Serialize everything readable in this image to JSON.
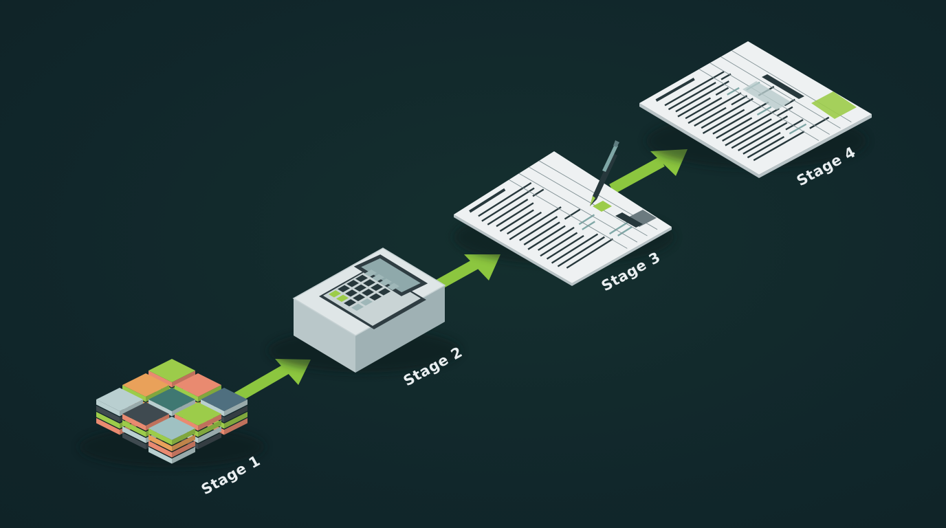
{
  "stages": [
    {
      "id": 1,
      "label": "Stage 1",
      "icon": "stacked-data-blocks-icon"
    },
    {
      "id": 2,
      "label": "Stage 2",
      "icon": "calculator-icon"
    },
    {
      "id": 3,
      "label": "Stage 3",
      "icon": "form-with-pen-icon"
    },
    {
      "id": 4,
      "label": "Stage 4",
      "icon": "completed-form-icon"
    }
  ],
  "colors": {
    "background": "#12282c",
    "arrow": "#8cc63f",
    "label": "#e9eef0",
    "paper": "#eef1f2",
    "ink": "#27383c",
    "accent_teal": "#7fa7a6",
    "accent_green": "#9ccc4a",
    "accent_orange": "#e9a15a",
    "accent_salmon": "#e98a70",
    "accent_slate": "#4f6f7f",
    "accent_dark": "#3f4a50"
  }
}
